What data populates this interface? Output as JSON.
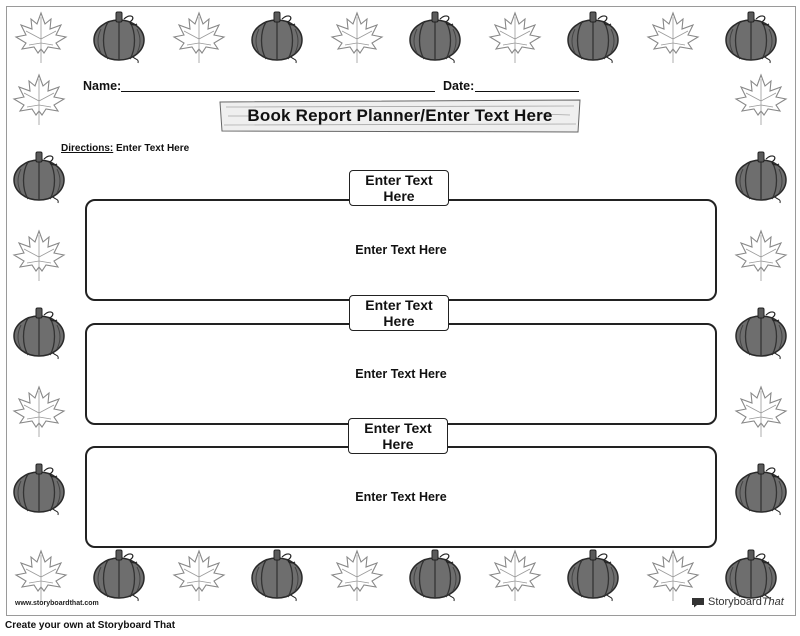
{
  "worksheet": {
    "name_label": "Name:",
    "date_label": "Date:",
    "title": "Book Report Planner/Enter Text Here",
    "directions_label": "Directions:",
    "directions_text": "Enter Text Here",
    "sections": [
      {
        "heading_line1": "Enter Text",
        "heading_line2": "Here",
        "body": "Enter Text Here"
      },
      {
        "heading_line1": "Enter Text",
        "heading_line2": "Here",
        "body": "Enter Text Here"
      },
      {
        "heading_line1": "Enter Text",
        "heading_line2": "Here",
        "body": "Enter Text Here"
      }
    ]
  },
  "footer": {
    "site": "www.storyboardthat.com",
    "brand": "Storyboard",
    "brand_suffix": "That",
    "create_link": "Create your own at Storyboard That"
  },
  "decorations": {
    "icons": [
      "maple-leaf-icon",
      "pumpkin-icon"
    ],
    "colors": {
      "pumpkin": "#6e6e6e",
      "leaf_outline": "#888888",
      "border": "#9a9a9a",
      "ink": "#111111"
    }
  }
}
